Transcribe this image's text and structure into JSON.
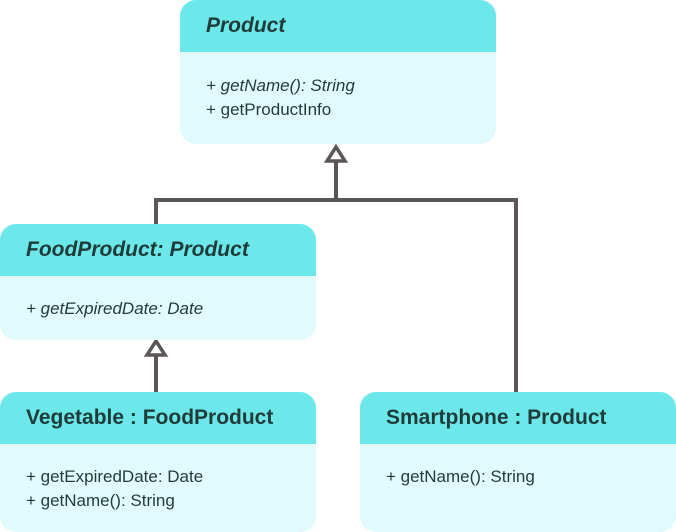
{
  "colors": {
    "header": "#6ce8ea",
    "body": "#e1fbfc",
    "connector": "#5b5657",
    "text": "#1f3b3a"
  },
  "classes": {
    "product": {
      "name": "Product",
      "abstract": true,
      "members": [
        {
          "text": "+ getName(): String",
          "abstract": true
        },
        {
          "text": "+ getProductInfo",
          "abstract": false
        }
      ]
    },
    "food_product": {
      "name": "FoodProduct: Product",
      "abstract": true,
      "members": [
        {
          "text": "+ getExpiredDate: Date",
          "abstract": true
        }
      ]
    },
    "vegetable": {
      "name": "Vegetable : FoodProduct",
      "abstract": false,
      "members": [
        {
          "text": "+ getExpiredDate: Date",
          "abstract": false
        },
        {
          "text": "+ getName(): String",
          "abstract": false
        }
      ]
    },
    "smartphone": {
      "name": "Smartphone : Product",
      "abstract": false,
      "members": [
        {
          "text": "+ getName(): String",
          "abstract": false
        }
      ]
    }
  },
  "relations": [
    {
      "type": "generalization",
      "from": "FoodProduct: Product",
      "to": "Product"
    },
    {
      "type": "generalization",
      "from": "Smartphone : Product",
      "to": "Product"
    },
    {
      "type": "generalization",
      "from": "Vegetable : FoodProduct",
      "to": "FoodProduct: Product"
    }
  ]
}
